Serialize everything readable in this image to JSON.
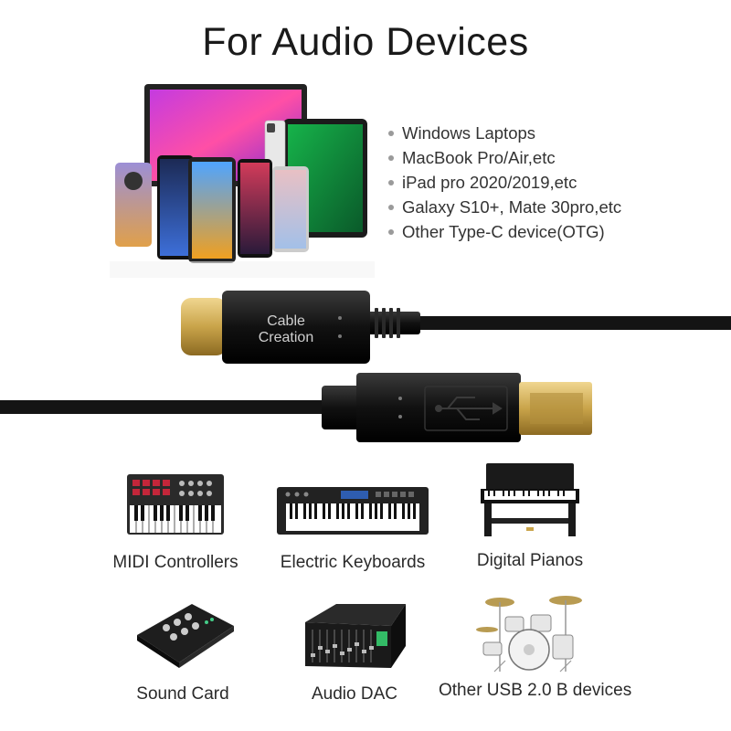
{
  "title": "For Audio Devices",
  "compatible_devices": [
    "Windows Laptops",
    "MacBook Pro/Air,etc",
    "iPad pro 2020/2019,etc",
    "Galaxy S10+, Mate 30pro,etc",
    "Other Type-C device(OTG)"
  ],
  "cable": {
    "brand_line1": "Cable",
    "brand_line2": "Creation",
    "connector_a": "usb-c-connector",
    "connector_b": "usb-b-connector"
  },
  "audio_devices": [
    {
      "label": "MIDI Controllers",
      "icon": "midi-controller-icon"
    },
    {
      "label": "Electric Keyboards",
      "icon": "electric-keyboard-icon"
    },
    {
      "label": "Digital Pianos",
      "icon": "digital-piano-icon"
    },
    {
      "label": "Sound Card",
      "icon": "sound-card-icon"
    },
    {
      "label": "Audio DAC",
      "icon": "audio-dac-icon"
    },
    {
      "label": "Other USB 2.0 B devices",
      "icon": "drum-kit-icon"
    }
  ],
  "colors": {
    "gold": "#c9a44a",
    "cable": "#141414",
    "text": "#222222"
  }
}
